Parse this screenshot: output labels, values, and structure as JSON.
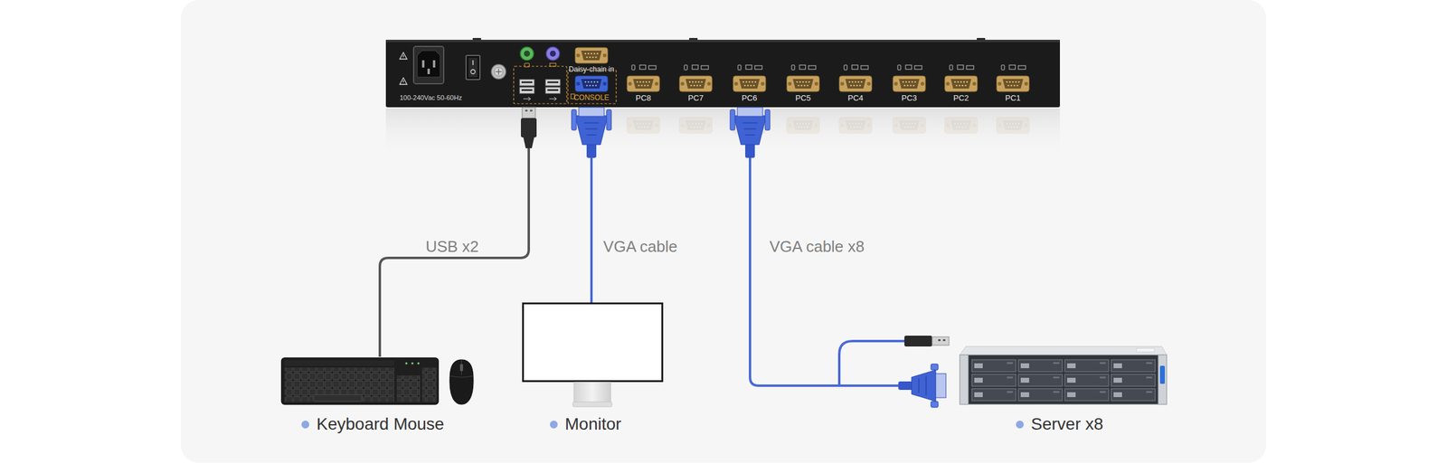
{
  "diagram": {
    "nodes": [
      {
        "text": [
          "Daisy-chain in",
          "100-240Vac 50-60Hz",
          "CONSOLE",
          "PC8",
          "PC7",
          "PC6",
          "PC5",
          "PC4",
          "PC3",
          "PC2",
          "PC1"
        ]
      },
      {
        "text": [
          "Keyboard Mouse"
        ]
      },
      {
        "text": [
          "Monitor"
        ]
      },
      {
        "text": [
          "Server x8"
        ]
      }
    ],
    "edges": [
      {
        "from": 0,
        "to": 1,
        "label": "USB x2",
        "arrow": "none"
      },
      {
        "from": 0,
        "to": 2,
        "label": "VGA cable",
        "arrow": "none"
      },
      {
        "from": 0,
        "to": 3,
        "label": "VGA cable x8",
        "arrow": "none"
      }
    ]
  }
}
